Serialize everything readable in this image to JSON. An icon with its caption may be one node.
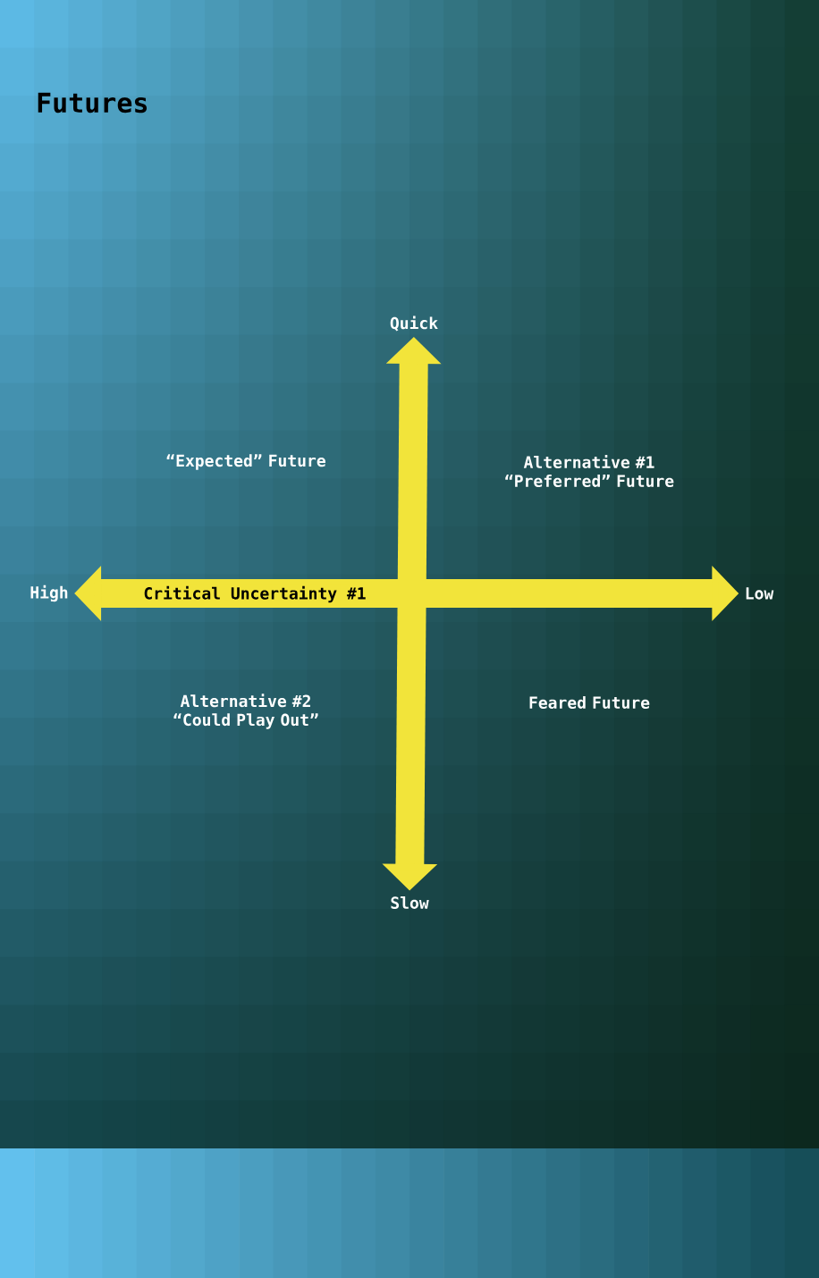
{
  "diagram": {
    "title": "Futures",
    "nodes": [
      {
        "text": [
          "Quick"
        ]
      },
      {
        "text": [
          "High"
        ]
      },
      {
        "text": [
          "Low"
        ]
      },
      {
        "text": [
          "Slow"
        ]
      }
    ],
    "edges": [
      {
        "from": 3,
        "to": 0,
        "arrow": "both"
      },
      {
        "from": 1,
        "to": 2,
        "arrow": "both",
        "label": "Critical Uncertainty #1"
      }
    ],
    "labels": [
      "“Expected” Future",
      "Alternative #1 “Preferred” Future",
      "Alternative #2 “Could Play Out”",
      "Feared Future"
    ]
  }
}
